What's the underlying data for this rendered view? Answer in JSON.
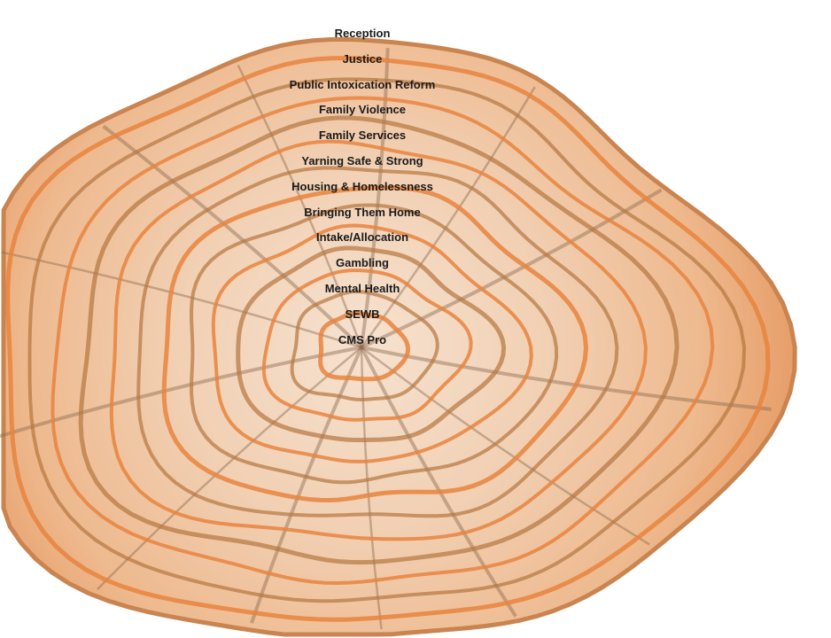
{
  "diagram": {
    "rings": [
      {
        "label": "Reception"
      },
      {
        "label": "Justice"
      },
      {
        "label": "Public Intoxication Reform"
      },
      {
        "label": "Family Violence"
      },
      {
        "label": "Family Services"
      },
      {
        "label": "Yarning Safe & Strong"
      },
      {
        "label": "Housing & Homelessness"
      },
      {
        "label": "Bringing Them Home"
      },
      {
        "label": "Intake/Allocation"
      },
      {
        "label": "Gambling"
      },
      {
        "label": "Mental Health"
      },
      {
        "label": "SEWB"
      },
      {
        "label": "CMS Pro"
      }
    ],
    "colors": {
      "wood_light": "#f3d7bf",
      "wood_mid": "#eeb88a",
      "wood_edge": "#e0955c",
      "ring_orange": "#e8843e",
      "ring_brown": "#b5763f",
      "crack": "#8e6a4e",
      "text": "#1a1a1a"
    }
  }
}
